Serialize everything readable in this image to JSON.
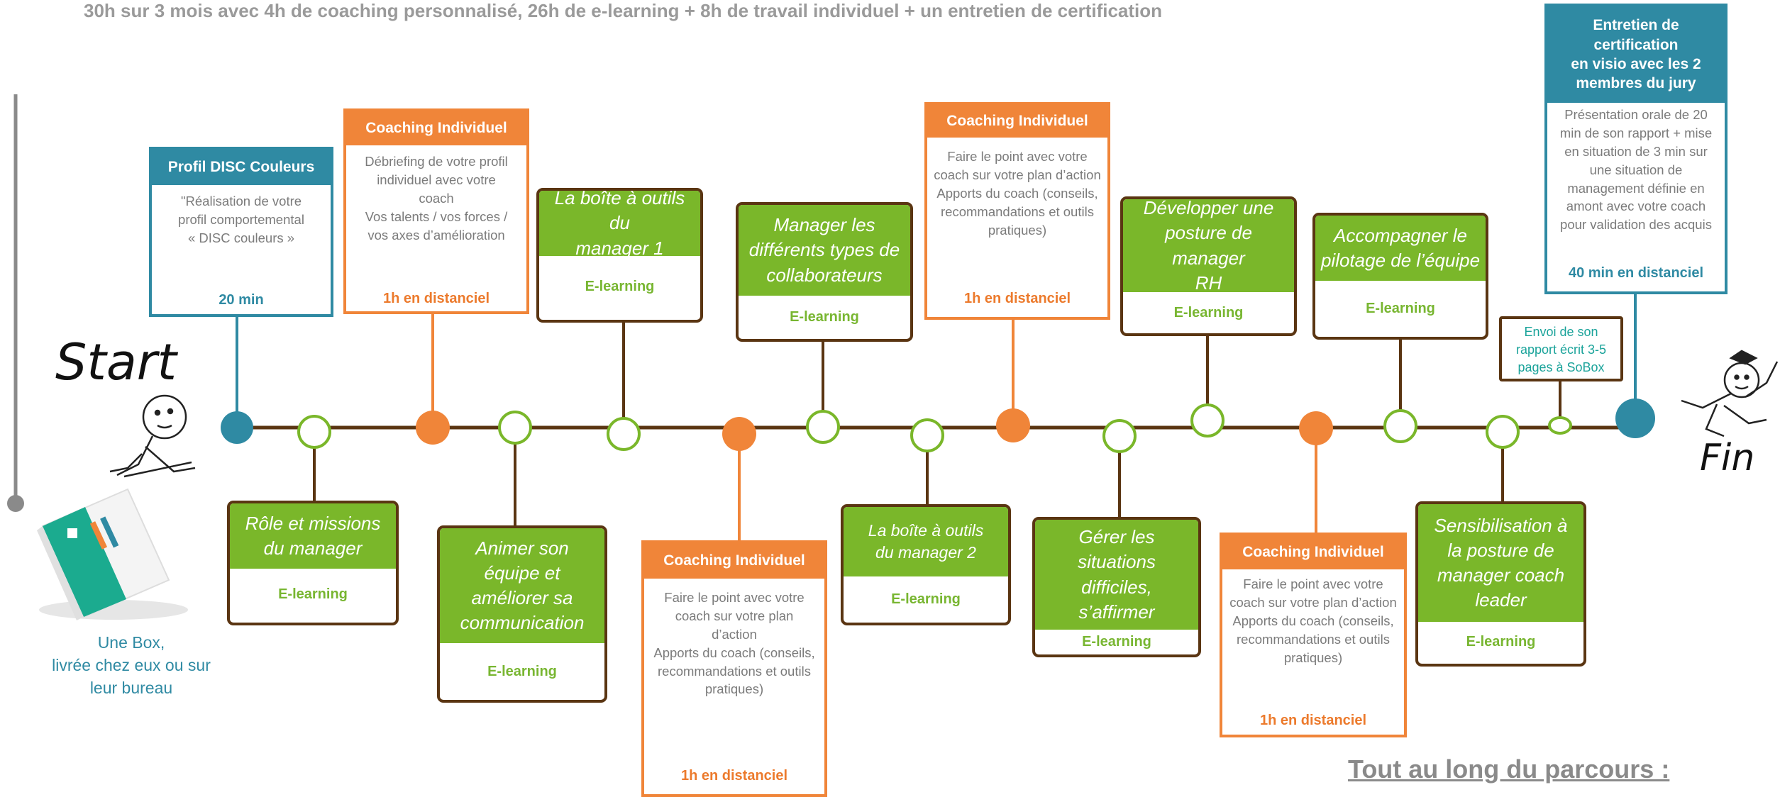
{
  "header": "30h sur 3 mois avec 4h de coaching personnalisé, 26h de e-learning + 8h de travail individuel + un entretien de certification",
  "start_label": "Start",
  "fin_label": "Fin",
  "box_caption": [
    "Une Box,",
    "livrée chez eux ou sur",
    "leur bureau"
  ],
  "bottom_title": "Tout au long du parcours :",
  "elearning_label": "E-learning",
  "colors": {
    "green": "#7ab72a",
    "orange": "#f08539",
    "blue": "#2f8aa3",
    "brown": "#5a3512"
  },
  "steps": {
    "disc": {
      "title": "Profil DISC Couleurs",
      "desc": [
        "\"Réalisation de votre",
        "profil comportemental",
        "« DISC couleurs »"
      ],
      "duration": "20 min"
    },
    "coaching1": {
      "title": "Coaching Individuel",
      "desc": [
        "Débriefing de votre profil",
        "individuel avec votre",
        "coach",
        "Vos talents / vos forces /",
        "vos axes d’amélioration"
      ],
      "duration": "1h en distanciel"
    },
    "role": {
      "title": [
        "Rôle et missions",
        "du manager"
      ]
    },
    "boite1": {
      "title": [
        "La boîte à outils du",
        "manager 1"
      ]
    },
    "animer": {
      "title": [
        "Animer son",
        "équipe et",
        "améliorer sa",
        "communication"
      ]
    },
    "coaching2": {
      "title": "Coaching Individuel",
      "desc": [
        "Faire le point avec votre",
        "coach sur votre plan",
        "d’action",
        "Apports du coach (conseils,",
        "recommandations et outils",
        "pratiques)"
      ],
      "duration": "1h en distanciel"
    },
    "manager_types": {
      "title": [
        "Manager les",
        "différents types de",
        "collaborateurs"
      ]
    },
    "boite2": {
      "title": [
        "La boîte à outils",
        "du manager 2"
      ]
    },
    "coaching3": {
      "title": "Coaching Individuel",
      "desc": [
        "Faire le point avec votre",
        "coach sur votre plan d’action",
        "Apports du coach (conseils,",
        "recommandations et outils",
        "pratiques)"
      ],
      "duration": "1h en distanciel"
    },
    "gerer": {
      "title": [
        "Gérer les",
        "situations",
        "difficiles,",
        "s’affirmer"
      ]
    },
    "posture_rh": {
      "title": [
        "Développer une",
        "posture de manager",
        "RH"
      ]
    },
    "coaching4": {
      "title": "Coaching Individuel",
      "desc": [
        "Faire le point avec votre",
        "coach sur votre plan d’action",
        "Apports du coach (conseils,",
        "recommandations et outils",
        "pratiques)"
      ],
      "duration": "1h en distanciel"
    },
    "accompagner": {
      "title": [
        "Accompagner le",
        "pilotage de l’équipe"
      ]
    },
    "sensibilisation": {
      "title": [
        "Sensibilisation à",
        "la posture de",
        "manager coach",
        "leader"
      ]
    },
    "envoi": {
      "text": [
        "Envoi de son",
        "rapport écrit 3-5",
        "pages à SoBox"
      ]
    },
    "certification": {
      "title": [
        "Entretien de certification",
        "en visio avec les 2",
        "membres du jury"
      ],
      "desc": [
        "Présentation orale de 20",
        "min de son rapport + mise",
        "en situation de 3 min sur",
        "une situation de",
        "management définie en",
        "amont avec votre coach",
        "pour validation des acquis"
      ],
      "duration": "40 min en distanciel"
    }
  }
}
